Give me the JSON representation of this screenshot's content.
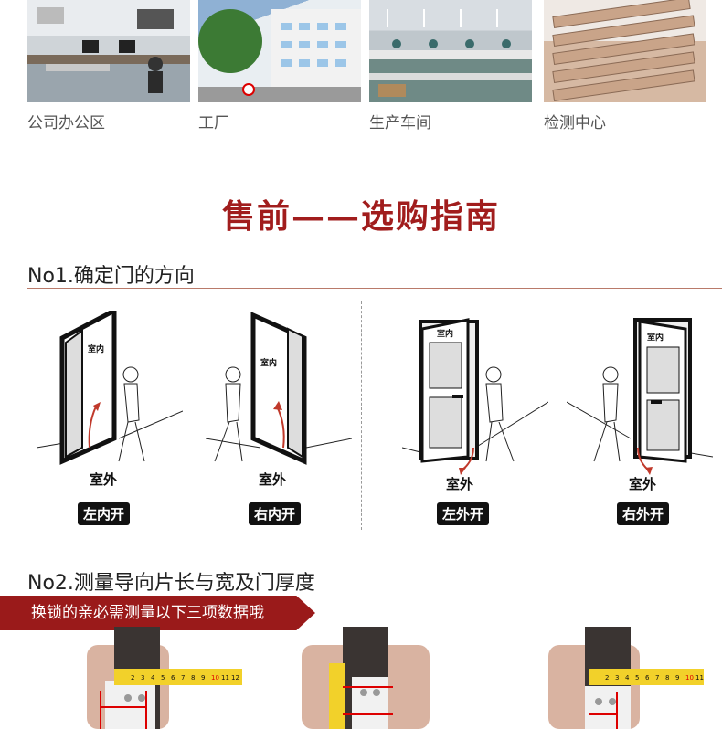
{
  "photos": [
    {
      "caption": "公司办公区",
      "icon": "office-photo"
    },
    {
      "caption": "工厂",
      "icon": "factory-photo"
    },
    {
      "caption": "生产车间",
      "icon": "production-photo"
    },
    {
      "caption": "检测中心",
      "icon": "testing-photo"
    }
  ],
  "main_heading": "售前——选购指南",
  "sections": {
    "no1_title": "No1.确定门的方向",
    "no2_title": "No2.测量导向片长与宽及门厚度"
  },
  "doors": {
    "indoor": "室内",
    "outdoor": "室外",
    "labels": [
      "左内开",
      "右内开",
      "左外开",
      "右外开"
    ]
  },
  "banner_text": "换锁的亲必需测量以下三项数据哦",
  "ruler_numbers": [
    "2",
    "3",
    "4",
    "5",
    "6",
    "7",
    "8",
    "9",
    "10",
    "11",
    "12"
  ],
  "colors": {
    "accent": "#9a1a1a",
    "heading": "#a11d1d"
  }
}
